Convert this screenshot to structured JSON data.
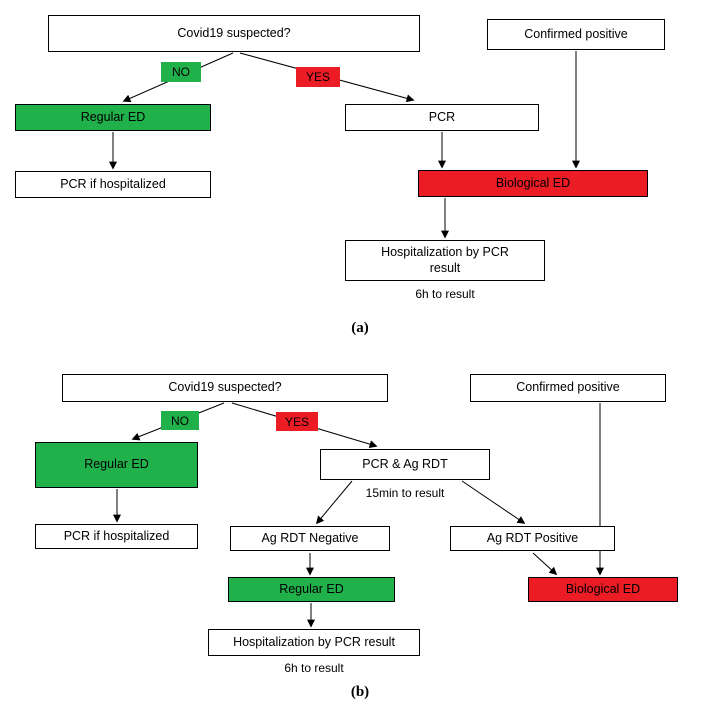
{
  "colors": {
    "green": "#21b14b",
    "red": "#ec1c24",
    "box_border": "#000000",
    "background": "#ffffff"
  },
  "panel_a": {
    "caption": "(a)",
    "covid_suspected": "Covid19 suspected?",
    "confirmed_positive": "Confirmed positive",
    "no_label": "NO",
    "yes_label": "YES",
    "regular_ed": "Regular ED",
    "pcr": "PCR",
    "pcr_if_hospitalized": "PCR if hospitalized",
    "biological_ed": "Biological ED",
    "hospitalization": "Hospitalization by PCR\nresult",
    "time_note": "6h to result"
  },
  "panel_b": {
    "caption": "(b)",
    "covid_suspected": "Covid19 suspected?",
    "confirmed_positive": "Confirmed positive",
    "no_label": "NO",
    "yes_label": "YES",
    "regular_ed_left": "Regular ED",
    "pcr_ag_rdt": "PCR & Ag RDT",
    "rdt_time_note": "15min to result",
    "pcr_if_hospitalized": "PCR if hospitalized",
    "ag_rdt_negative": "Ag RDT Negative",
    "ag_rdt_positive": "Ag RDT Positive",
    "regular_ed_center": "Regular ED",
    "biological_ed": "Biological ED",
    "hospitalization": "Hospitalization by PCR result",
    "time_note": "6h to result"
  }
}
